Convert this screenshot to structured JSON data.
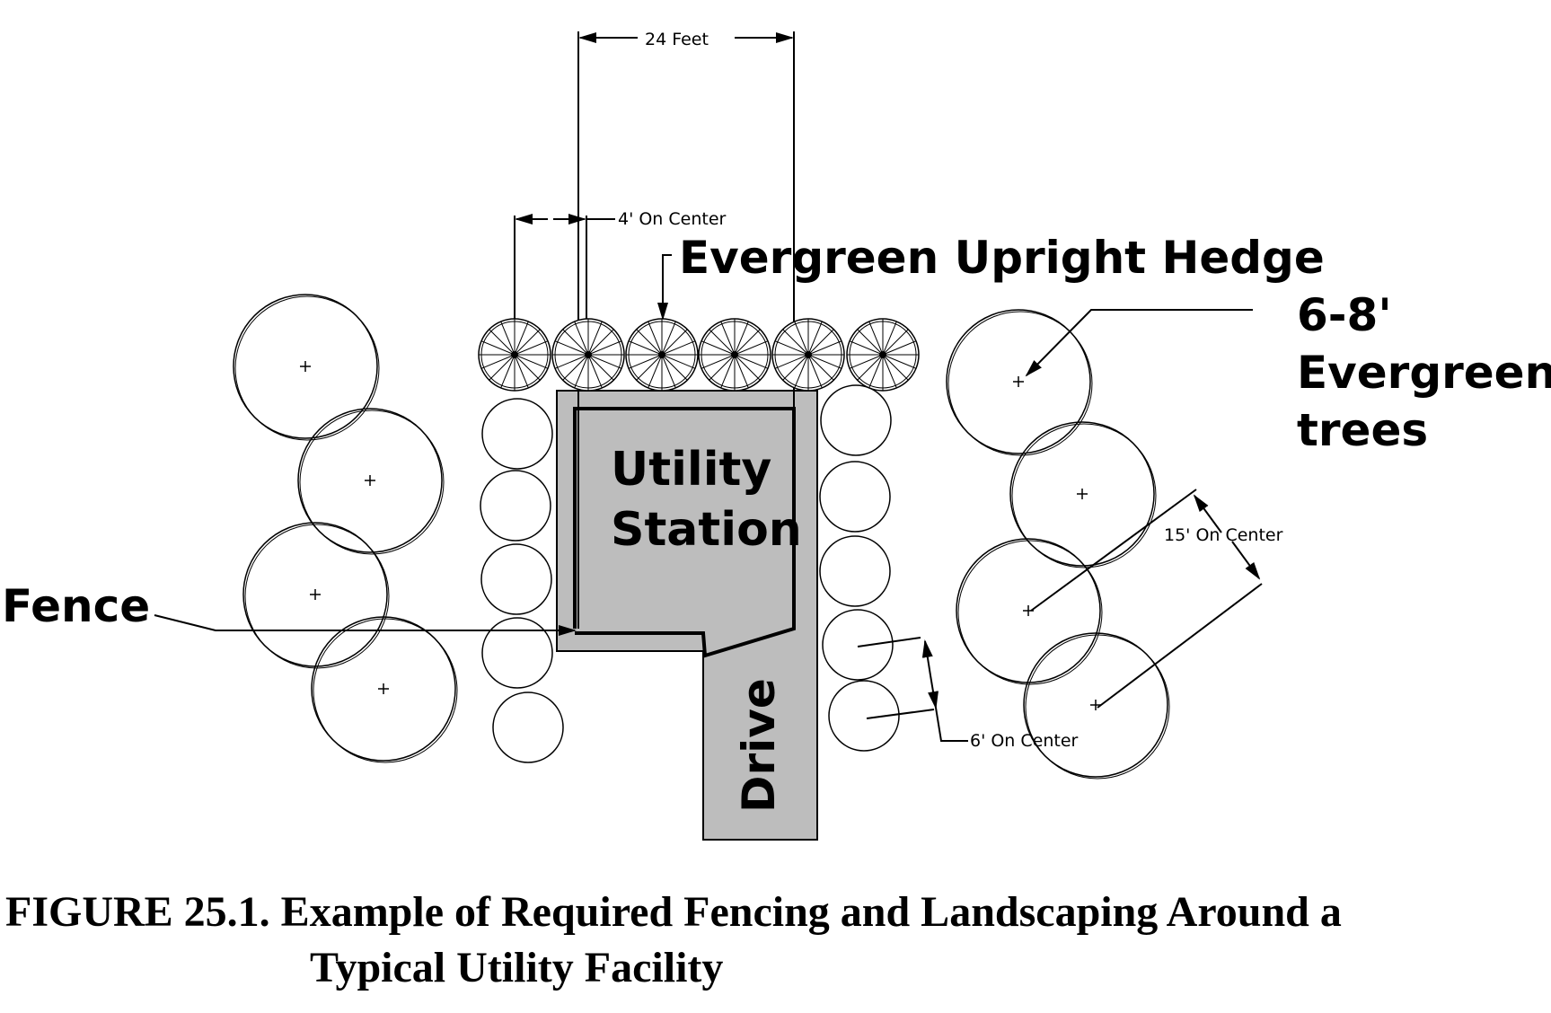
{
  "labels": {
    "dim_24": "24 Feet",
    "dim_4": "4' On Center",
    "hedge": "Evergreen Upright Hedge",
    "trees_line1": "6-8'",
    "trees_line2": "Evergreen",
    "trees_line3": "trees",
    "station_line1": "Utility",
    "station_line2": "Station",
    "fence": "Fence",
    "drive": "Drive",
    "dim_15": "15' On Center",
    "dim_6": "6' On Center"
  },
  "caption": {
    "line1": "FIGURE 25.1. Example of Required Fencing and Landscaping Around a",
    "line2": "Typical Utility Facility"
  },
  "colors": {
    "station_fill": "#bdbdbd",
    "ink": "#000000"
  },
  "icons": {
    "hedge_plant": "spoked-circle-icon",
    "shrub": "circle-icon",
    "tree": "double-circle-crosshair-icon"
  }
}
